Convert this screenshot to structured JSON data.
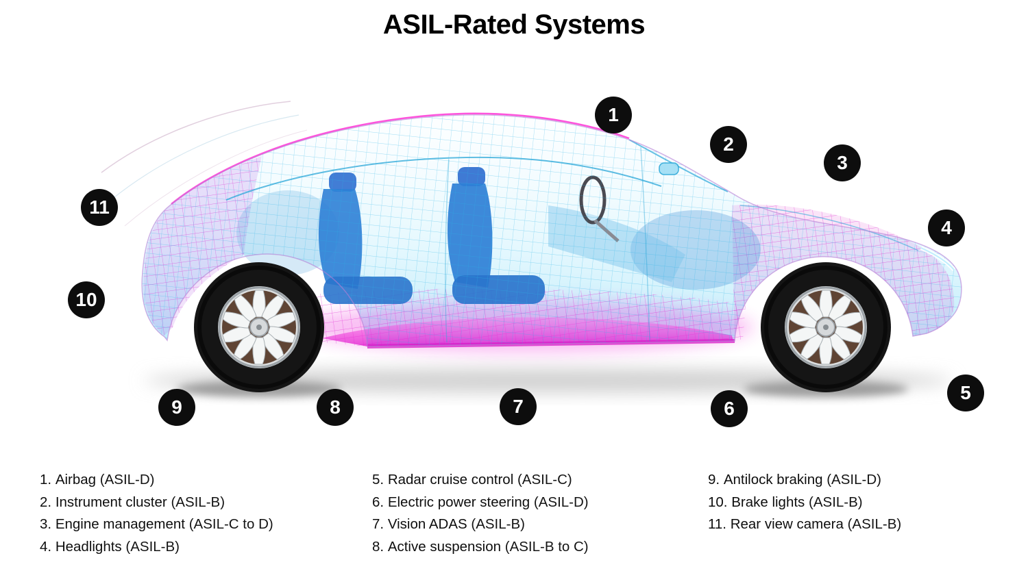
{
  "title": "ASIL-Rated Systems",
  "badges": [
    {
      "label": "1"
    },
    {
      "label": "2"
    },
    {
      "label": "3"
    },
    {
      "label": "4"
    },
    {
      "label": "5"
    },
    {
      "label": "6"
    },
    {
      "label": "7"
    },
    {
      "label": "8"
    },
    {
      "label": "9"
    },
    {
      "label": "10"
    },
    {
      "label": "11"
    }
  ],
  "legend": {
    "columns": [
      {
        "items": [
          {
            "num": "1.",
            "name": "Airbag",
            "rating": "(ASIL-D)"
          },
          {
            "num": "2.",
            "name": "Instrument cluster",
            "rating": "(ASIL-B)"
          },
          {
            "num": "3.",
            "name": "Engine management",
            "rating": "(ASIL-C to D)"
          },
          {
            "num": "4.",
            "name": "Headlights",
            "rating": "(ASIL-B)"
          }
        ]
      },
      {
        "items": [
          {
            "num": "5.",
            "name": "Radar cruise control",
            "rating": "(ASIL-C)"
          },
          {
            "num": "6.",
            "name": "Electric power steering",
            "rating": "(ASIL-D)"
          },
          {
            "num": "7.",
            "name": "Vision ADAS",
            "rating": "(ASIL-B)"
          },
          {
            "num": "8.",
            "name": "Active suspension",
            "rating": "(ASIL-B to C)"
          }
        ]
      },
      {
        "items": [
          {
            "num": "9.",
            "name": "Antilock braking",
            "rating": "(ASIL-D)"
          },
          {
            "num": "10.",
            "name": "Brake lights",
            "rating": "(ASIL-B)"
          },
          {
            "num": "11.",
            "name": "Rear view camera",
            "rating": "(ASIL-B)"
          }
        ]
      }
    ]
  },
  "illustration": {
    "name": "wireframe-car-side-view"
  },
  "colors": {
    "badge_bg": "#0d0d0d",
    "badge_text": "#ffffff",
    "title_text": "#000000",
    "mesh_cyan": "#2ab4e6",
    "mesh_magenta": "#e02ad2",
    "seat_blue": "#2e7fd6",
    "floor_magenta": "#e013cd"
  }
}
